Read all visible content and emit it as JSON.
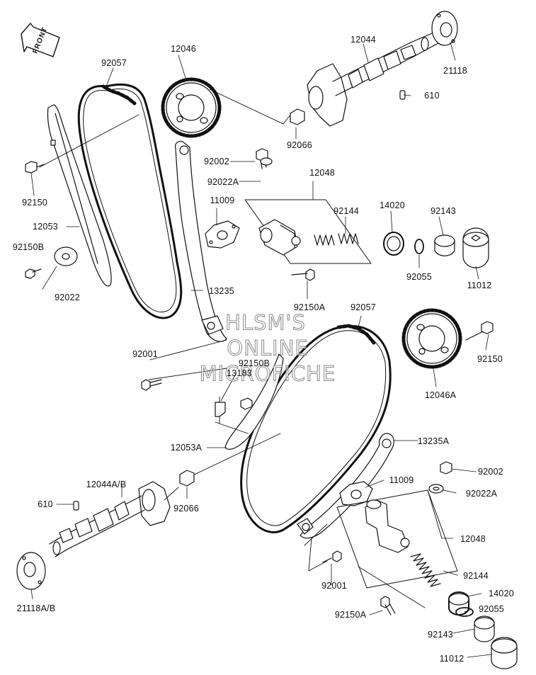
{
  "front_label": "FRONT",
  "watermark": [
    "HLSM'S",
    "ONLINE",
    "MICROFICHE"
  ],
  "parts": [
    {
      "key": "p12044",
      "label": "12044"
    },
    {
      "key": "p21118",
      "label": "21118"
    },
    {
      "key": "p610a",
      "label": "610"
    },
    {
      "key": "p12046",
      "label": "12046"
    },
    {
      "key": "p92057a",
      "label": "92057"
    },
    {
      "key": "p92066a",
      "label": "92066"
    },
    {
      "key": "p92150a",
      "label": "92150"
    },
    {
      "key": "p92002a",
      "label": "92002"
    },
    {
      "key": "p92022Aa",
      "label": "92022A"
    },
    {
      "key": "p12048a",
      "label": "12048"
    },
    {
      "key": "p11009a",
      "label": "11009"
    },
    {
      "key": "p92144a",
      "label": "92144"
    },
    {
      "key": "p14020a",
      "label": "14020"
    },
    {
      "key": "p92143a",
      "label": "92143"
    },
    {
      "key": "p12053",
      "label": "12053"
    },
    {
      "key": "p92150Ba",
      "label": "92150B"
    },
    {
      "key": "p92022",
      "label": "92022"
    },
    {
      "key": "p92055a",
      "label": "92055"
    },
    {
      "key": "p11012a",
      "label": "11012"
    },
    {
      "key": "p13235",
      "label": "13235"
    },
    {
      "key": "p92150Aa",
      "label": "92150A"
    },
    {
      "key": "p92057b",
      "label": "92057"
    },
    {
      "key": "p92150b",
      "label": "92150"
    },
    {
      "key": "p92001a",
      "label": "92001"
    },
    {
      "key": "p92150Bb",
      "label": "92150B"
    },
    {
      "key": "p13183",
      "label": "13183"
    },
    {
      "key": "p12046A",
      "label": "12046A"
    },
    {
      "key": "p12053A",
      "label": "12053A"
    },
    {
      "key": "p13235A",
      "label": "13235A"
    },
    {
      "key": "p12044AB",
      "label": "12044A/B"
    },
    {
      "key": "p610b",
      "label": "610"
    },
    {
      "key": "p92066b",
      "label": "92066"
    },
    {
      "key": "p11009b",
      "label": "11009"
    },
    {
      "key": "p92002b",
      "label": "92002"
    },
    {
      "key": "p92022Ab",
      "label": "92022A"
    },
    {
      "key": "p12048b",
      "label": "12048"
    },
    {
      "key": "p92144b",
      "label": "92144"
    },
    {
      "key": "p92001b",
      "label": "92001"
    },
    {
      "key": "p14020b",
      "label": "14020"
    },
    {
      "key": "p21118AB",
      "label": "21118A/B"
    },
    {
      "key": "p92150Ab",
      "label": "92150A"
    },
    {
      "key": "p92055b",
      "label": "92055"
    },
    {
      "key": "p92143b",
      "label": "92143"
    },
    {
      "key": "p11012b",
      "label": "11012"
    }
  ]
}
